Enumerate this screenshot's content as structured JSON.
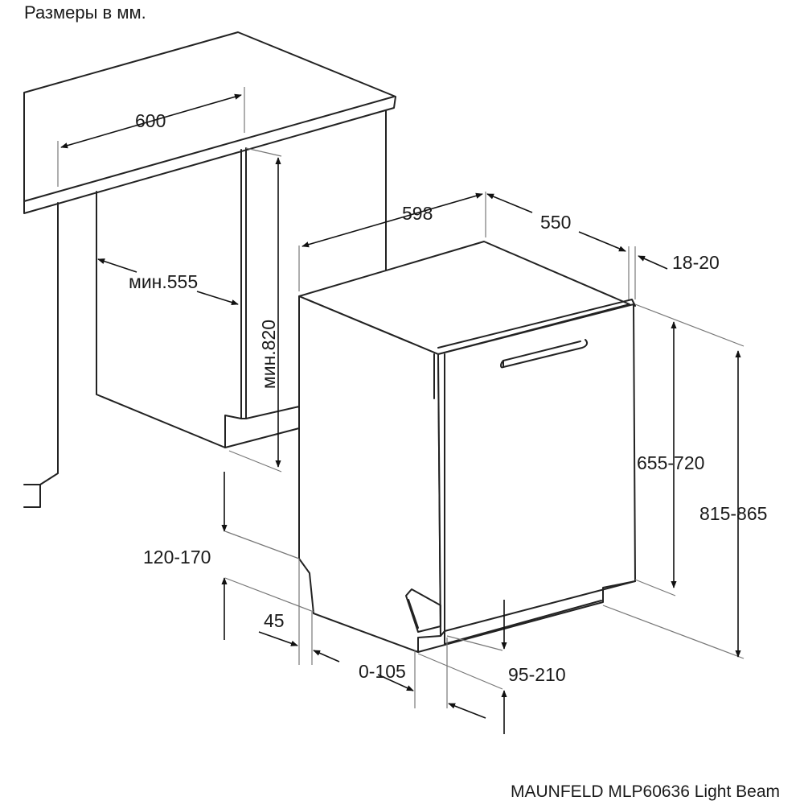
{
  "header": {
    "units_note": "Размеры в мм."
  },
  "footer": {
    "model": "MAUNFELD MLP60636 Light Beam"
  },
  "dimensions": {
    "niche_width": "600",
    "niche_depth_min": "мин.555",
    "niche_height_min": "мин.820",
    "appliance_width": "598",
    "appliance_depth": "550",
    "door_thickness": "18-20",
    "door_panel_height": "655-720",
    "appliance_height": "815-865",
    "plinth_height": "120-170",
    "plinth_setback": "45",
    "foot_adjust": "0-105",
    "door_bottom_gap": "95-210"
  },
  "colors": {
    "line": "#222222",
    "background": "#ffffff"
  }
}
